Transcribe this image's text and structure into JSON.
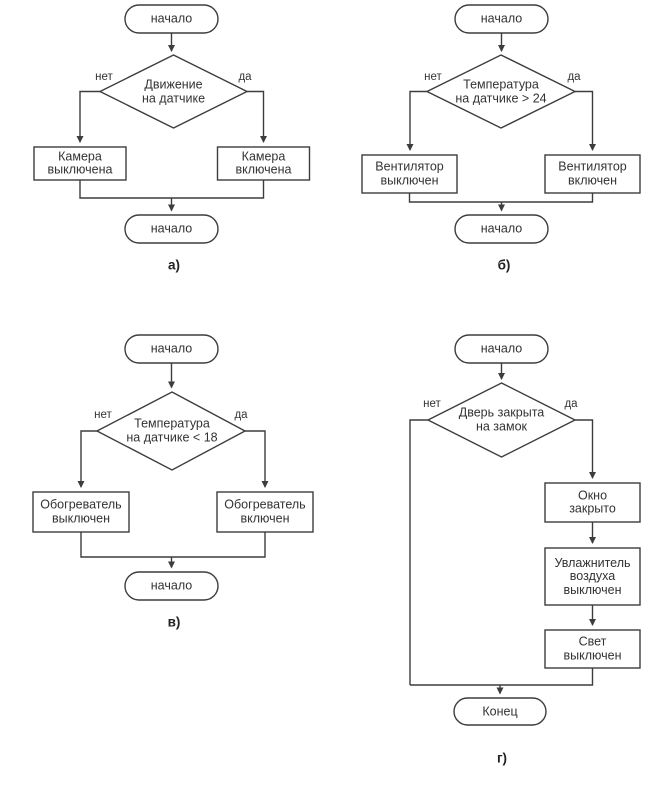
{
  "colors": {
    "line": "#3d3d3d",
    "text": "#333333",
    "background": "#ffffff"
  },
  "charts": {
    "a": {
      "caption": "а)",
      "start": "начало",
      "condition": "Движение\nна датчике",
      "no_label": "нет",
      "yes_label": "да",
      "no_box": "Камера\nвыключена",
      "yes_box": "Камера\nвключена",
      "end": "начало"
    },
    "b": {
      "caption": "б)",
      "start": "начало",
      "condition": "Температура\nна датчике > 24",
      "no_label": "нет",
      "yes_label": "да",
      "no_box": "Вентилятор\nвыключен",
      "yes_box": "Вентилятор\nвключен",
      "end": "начало"
    },
    "c": {
      "caption": "в)",
      "start": "начало",
      "condition": "Температура\nна датчике < 18",
      "no_label": "нет",
      "yes_label": "да",
      "no_box": "Обогреватель\nвыключен",
      "yes_box": "Обогреватель\nвключен",
      "end": "начало"
    },
    "d": {
      "caption": "г)",
      "start": "начало",
      "condition": "Дверь закрыта\nна замок",
      "no_label": "нет",
      "yes_label": "да",
      "steps": [
        "Окно закрыто",
        "Увлажнитель\nвоздуха\nвыключен",
        "Свет\nвыключен"
      ],
      "end": "Конец"
    }
  }
}
